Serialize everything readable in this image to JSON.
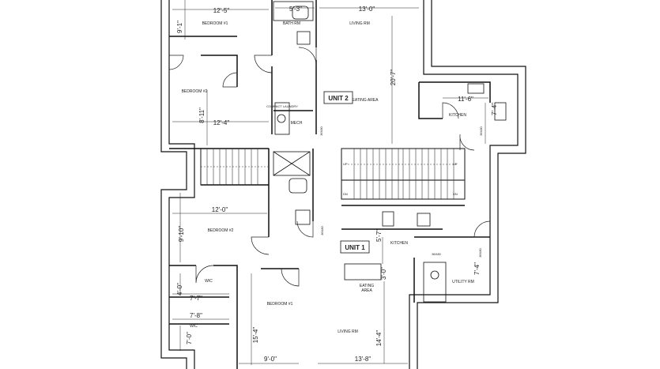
{
  "units": {
    "unit2": "UNIT 2",
    "unit1": "UNIT 1"
  },
  "rooms": {
    "bedroom1_top": "BEDROOM #1",
    "bath_top": "BATH RM",
    "living_top": "LIVING RM",
    "bedroom2_top": "BEDROOM #2",
    "eating_top": "EATING AREA",
    "kitchen_top": "KITCHEN",
    "mech_top": "MECH",
    "comp_laundry": "COMPACT LAUNDRY",
    "bedroom2_bottom": "BEDROOM #2",
    "kitchen_bottom": "KITCHEN",
    "wic_1": "WIC",
    "wic_2": "WIC",
    "eating_bottom_1": "EATING",
    "eating_bottom_2": "AREA",
    "utility": "UTILITY RM",
    "bedroom1_bottom": "BEDROOM #1",
    "living_bottom": "LIVING RM"
  },
  "dimensions": {
    "d_12_5": "12'-5\"",
    "d_5_3": "5'-3\"",
    "d_13_0": "13'-0\"",
    "d_9_1": "9'-1\"",
    "d_20_7": "20'-7\"",
    "d_11_6": "11'-6\"",
    "d_7_4": "7'-4\"",
    "d_8_11": "8'-11\"",
    "d_12_4": "12'-4\"",
    "d_12_0": "12'-0\"",
    "d_9_10": "9'-10\"",
    "d_5_7": "5'-7\"",
    "d_7_4b": "7'-4\"",
    "d_3_0": "3'-0\"",
    "d_4_0": "4'-0\"",
    "d_7_7": "7'-7\"",
    "d_7_8": "7'-8\"",
    "d_7_0": "7'-0\"",
    "d_15_4": "15'-4\"",
    "d_9_0": "9'-0\"",
    "d_13_8": "13'-8\"",
    "d_14_4": "14'-4\""
  },
  "doors": {
    "d1": "36X80",
    "d2": "36X80",
    "d3": "36X80",
    "d4": "36X80",
    "d5": "36X80"
  },
  "stairs": {
    "up1": "UP",
    "dn1": "DN",
    "up2": "UP",
    "dn2": "DN"
  }
}
